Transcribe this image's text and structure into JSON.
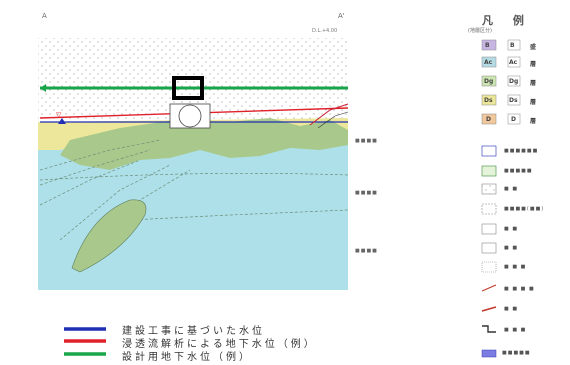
{
  "section": {
    "corner_left": "A",
    "corner_right": "A'",
    "scale_note": "D.L.+4.00",
    "side_labels": [
      "■■■■",
      "■■■■",
      "■■■■"
    ]
  },
  "legend": {
    "title": "凡 例",
    "subtitle": "(地層区分)",
    "geo_units": [
      {
        "code": "B",
        "name": "盛",
        "color": "#c7b6e3"
      },
      {
        "code": "Ac",
        "name": "層",
        "color": "#b5dce4"
      },
      {
        "code": "Dg",
        "name": "層",
        "color": "#cde6b2"
      },
      {
        "code": "Ds",
        "name": "層",
        "color": "#ece79a"
      },
      {
        "code": "D",
        "name": "層",
        "color": "#f1c79c"
      }
    ],
    "symbols": [
      {
        "icon": "water-level-box",
        "label": "■■■■■■"
      },
      {
        "icon": "structure-box",
        "label": "■■■■■"
      },
      {
        "icon": "dotted-fill",
        "label": "■ ■"
      },
      {
        "icon": "dashed-fill",
        "label": "■■■■(■■)"
      },
      {
        "icon": "blank-box",
        "label": "■ ■"
      },
      {
        "icon": "blank-box",
        "label": "■ ■"
      },
      {
        "icon": "dotted-box",
        "label": "■ ■ ■"
      },
      {
        "icon": "red-line",
        "label": "■ ■ ■ ■"
      },
      {
        "icon": "red-arrow",
        "label": "■ ■"
      },
      {
        "icon": "step-line",
        "label": "■ ■ ■"
      },
      {
        "icon": "blue-bar",
        "label": "■■■■■"
      }
    ]
  },
  "water_levels": [
    {
      "color": "#1f2fb4",
      "label": "建設工事に基づいた水位"
    },
    {
      "color": "#e0202a",
      "label": "浸透流解析による地下水位（例）"
    },
    {
      "color": "#1aa54a",
      "label": "設計用地下水位（例）"
    }
  ]
}
